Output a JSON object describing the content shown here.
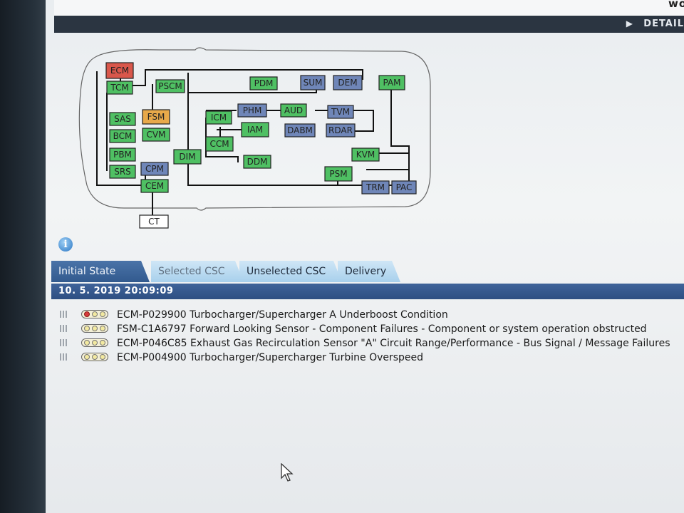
{
  "header": {
    "top_left_text": "",
    "top_right_text": "wo",
    "detail_label": "DETAIL"
  },
  "diagram": {
    "modules": [
      {
        "id": "ECM",
        "color": "#d9574b"
      },
      {
        "id": "TCM",
        "color": "#4fc063"
      },
      {
        "id": "PSCM",
        "color": "#4fc063"
      },
      {
        "id": "PDM",
        "color": "#4fc063"
      },
      {
        "id": "SUM",
        "color": "#6f86b8"
      },
      {
        "id": "DEM",
        "color": "#6f86b8"
      },
      {
        "id": "PAM",
        "color": "#4fc063"
      },
      {
        "id": "SAS",
        "color": "#4fc063"
      },
      {
        "id": "FSM",
        "color": "#e8a94a"
      },
      {
        "id": "BCM",
        "color": "#4fc063"
      },
      {
        "id": "CVM",
        "color": "#4fc063"
      },
      {
        "id": "PBM",
        "color": "#4fc063"
      },
      {
        "id": "SRS",
        "color": "#4fc063"
      },
      {
        "id": "CPM",
        "color": "#6f86b8"
      },
      {
        "id": "CEM",
        "color": "#4fc063"
      },
      {
        "id": "DIM",
        "color": "#4fc063"
      },
      {
        "id": "ICM",
        "color": "#4fc063"
      },
      {
        "id": "CCM",
        "color": "#4fc063"
      },
      {
        "id": "PHM",
        "color": "#6f86b8"
      },
      {
        "id": "AUD",
        "color": "#4fc063"
      },
      {
        "id": "TVM",
        "color": "#6f86b8"
      },
      {
        "id": "IAM",
        "color": "#4fc063"
      },
      {
        "id": "DABM",
        "color": "#6f86b8"
      },
      {
        "id": "RDAR",
        "color": "#6f86b8"
      },
      {
        "id": "DDM",
        "color": "#4fc063"
      },
      {
        "id": "KVM",
        "color": "#4fc063"
      },
      {
        "id": "PSM",
        "color": "#4fc063"
      },
      {
        "id": "TRM",
        "color": "#6f86b8"
      },
      {
        "id": "PAC",
        "color": "#6f86b8"
      },
      {
        "id": "CT",
        "color": "#ffffff"
      }
    ]
  },
  "tabs": [
    {
      "label": "Initial State"
    },
    {
      "label": "Selected CSC"
    },
    {
      "label": "Unselected CSC"
    },
    {
      "label": "Delivery"
    }
  ],
  "session": {
    "datetime": "10. 5. 2019 20:09:09"
  },
  "dtcs": [
    {
      "text": "ECM-P029900 Turbocharger/Supercharger A Underboost Condition",
      "lamp": "red"
    },
    {
      "text": "FSM-C1A6797 Forward Looking Sensor - Component Failures - Component or system operation obstructed",
      "lamp": "off"
    },
    {
      "text": "ECM-P046C85 Exhaust Gas Recirculation Sensor \"A\" Circuit Range/Performance - Bus Signal / Message Failures",
      "lamp": "off"
    },
    {
      "text": "ECM-P004900 Turbocharger/Supercharger Turbine Overspeed",
      "lamp": "off"
    }
  ],
  "colors": {
    "ok_module": "#4fc063",
    "fault_module": "#d9574b",
    "warning_module": "#e8a94a",
    "no_response_module": "#6f86b8",
    "tab_active": "#325a8e",
    "date_bar": "#2e4f82"
  }
}
